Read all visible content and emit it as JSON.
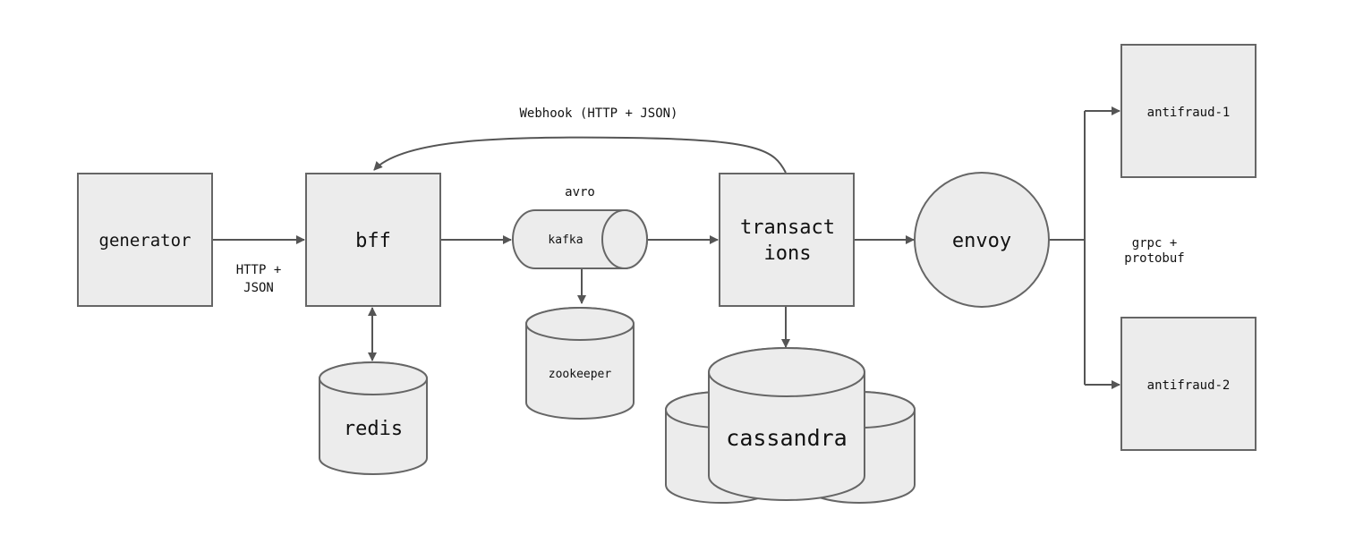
{
  "nodes": {
    "generator": "generator",
    "bff": "bff",
    "kafka": "kafka",
    "transactions_line1": "transact",
    "transactions_line2": "ions",
    "envoy": "envoy",
    "antifraud_1": "antifraud-1",
    "antifraud_2": "antifraud-2",
    "redis": "redis",
    "zookeeper": "zookeeper",
    "cassandra": "cassandra"
  },
  "edges": {
    "generator_bff_line1": "HTTP +",
    "generator_bff_line2": "JSON",
    "bff_kafka": "avro",
    "webhook": "Webhook (HTTP + JSON)",
    "envoy_antifraud_line1": "grpc +",
    "envoy_antifraud_line2": "protobuf"
  }
}
